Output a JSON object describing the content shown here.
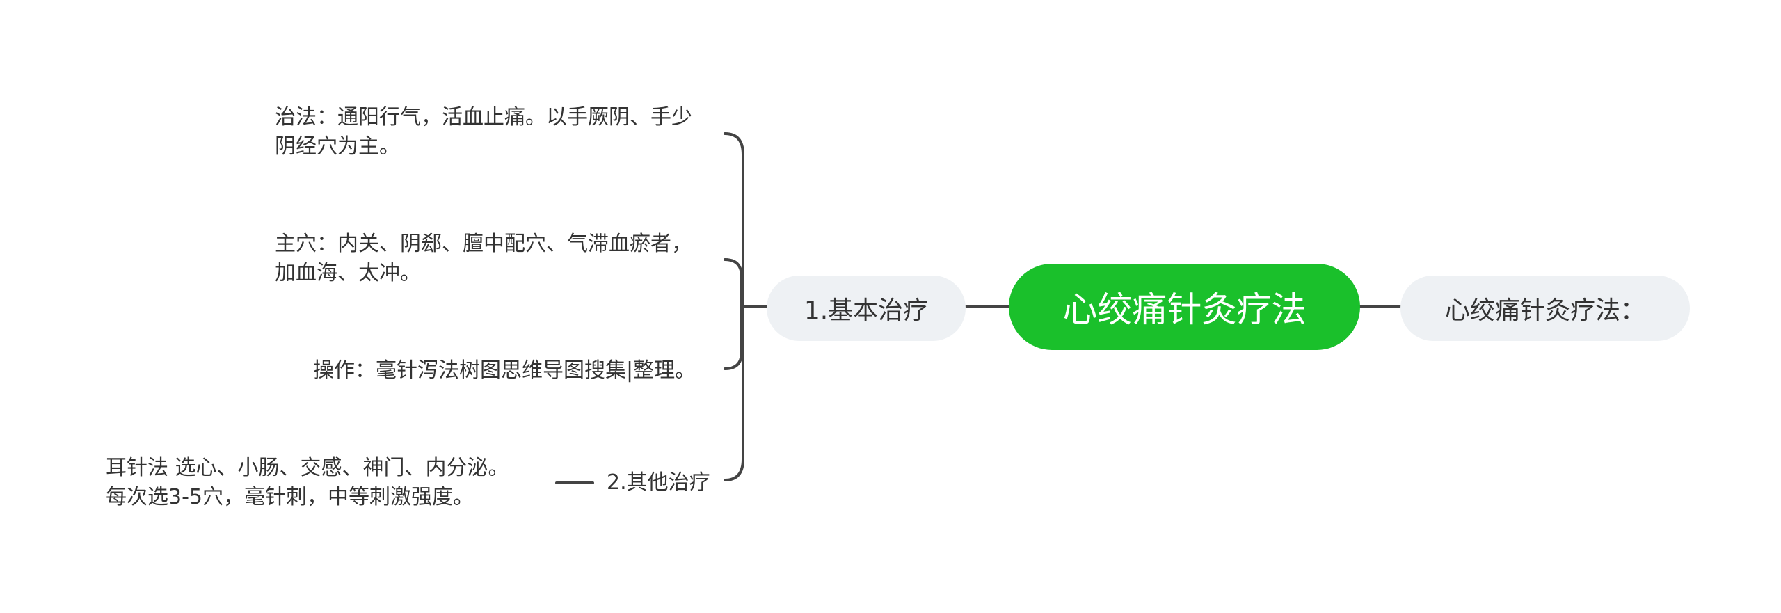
{
  "colors": {
    "root_fill": "#1ac02b",
    "root_text": "#ffffff",
    "branch_fill": "#eef1f4",
    "text": "#333333",
    "line": "#444444"
  },
  "root": {
    "label": "心绞痛针灸疗法"
  },
  "right_branch": {
    "label": "心绞痛针灸疗法："
  },
  "left_branch": {
    "label": "1.基本治疗",
    "children": {
      "method": {
        "line1": "治法：通阳行气，活血止痛。以手厥阴、手少",
        "line2": "阴经穴为主。"
      },
      "points": {
        "line1": "主穴：内关、阴郄、膻中配穴、气滞血瘀者，",
        "line2": "加血海、太冲。"
      },
      "operation": {
        "line1": "操作：毫针泻法树图思维导图搜集|整理。"
      }
    }
  },
  "other_branch": {
    "label": "2.其他治疗",
    "child": {
      "line1": "耳针法 选心、小肠、交感、神门、内分泌。",
      "line2": "每次选3-5穴，毫针刺，中等刺激强度。"
    }
  }
}
